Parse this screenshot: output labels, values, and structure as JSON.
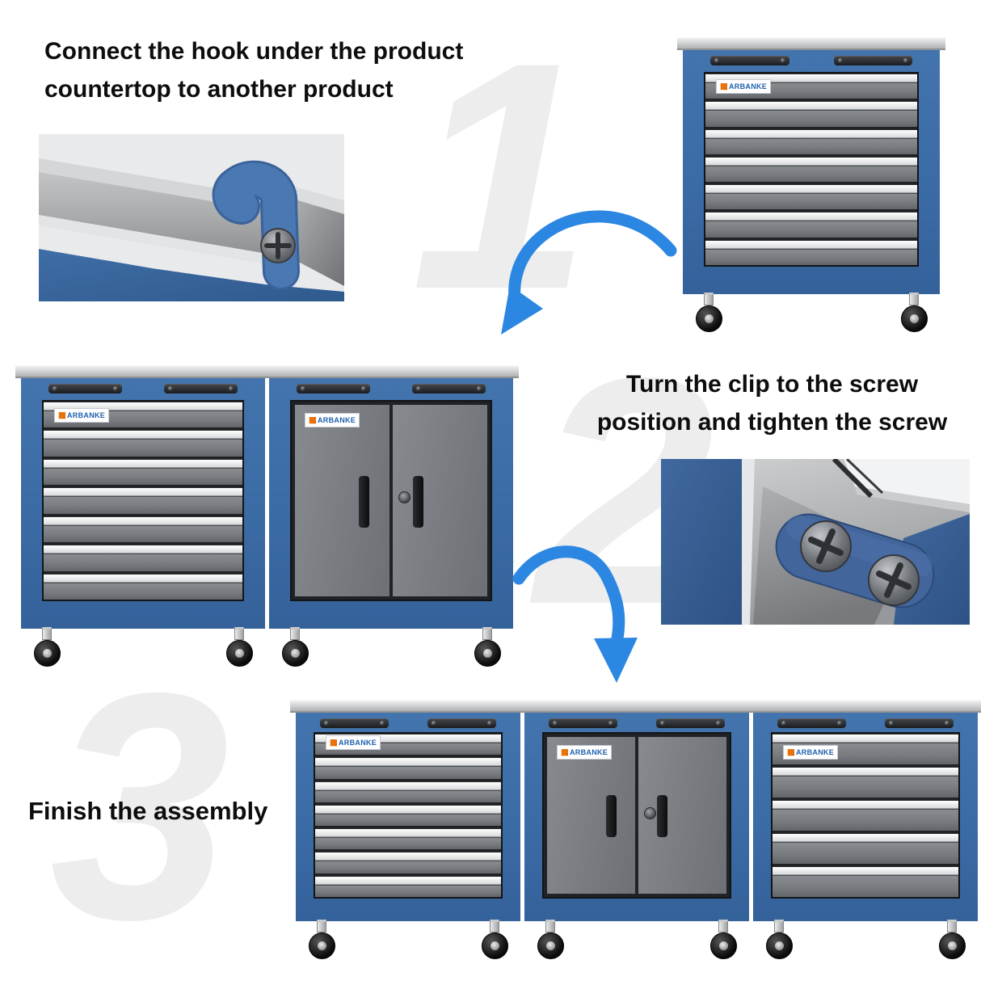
{
  "brand": {
    "logo_text": "ARBANKE"
  },
  "steps": {
    "step1": {
      "number": "1",
      "line1": "Connect the hook under the product",
      "line2": "countertop to another product"
    },
    "step2": {
      "number": "2",
      "line1": "Turn the clip to the screw",
      "line2": "position and tighten the screw"
    },
    "step3": {
      "number": "3",
      "line1": "Finish the assembly"
    }
  },
  "figures": {
    "step1_cabinet": {
      "type": "drawers",
      "drawers": 7
    },
    "step2_assembly": [
      {
        "type": "drawers",
        "drawers": 7
      },
      {
        "type": "doors"
      }
    ],
    "step3_assembly": [
      {
        "type": "drawers",
        "drawers": 7
      },
      {
        "type": "doors"
      },
      {
        "type": "drawers",
        "drawers": 5
      }
    ]
  },
  "colors": {
    "arrow_blue": "#2b87e2",
    "frame_blue": "#3b6ba5",
    "number_gray": "#ededed",
    "logo_blue": "#1d5fae",
    "logo_orange": "#e8720c"
  }
}
